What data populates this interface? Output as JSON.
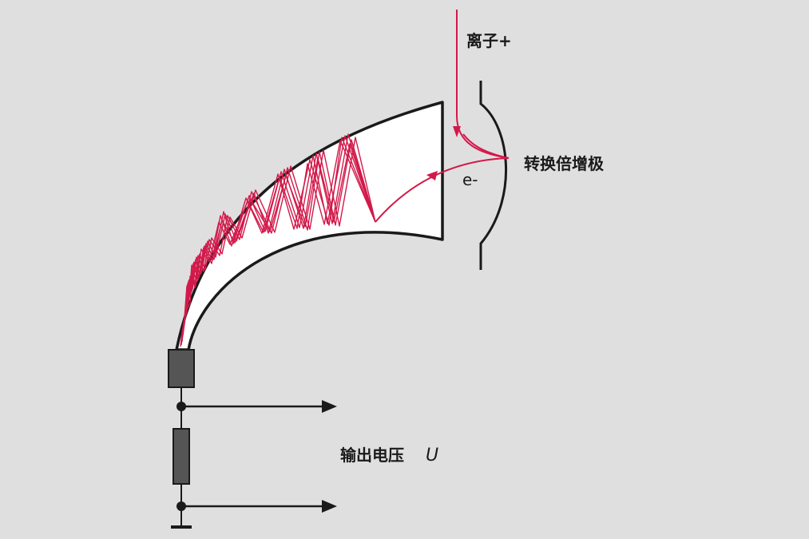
{
  "labels": {
    "ion": "离子+",
    "converter": "转换倍增极",
    "electron": "e-",
    "output": "输出电压",
    "voltage_symbol": "U"
  },
  "colors": {
    "background": "#e0dfdf",
    "outline": "#1a1a1a",
    "trace": "#d2194a",
    "horn_fill": "#ffffff",
    "component": "#555555"
  }
}
